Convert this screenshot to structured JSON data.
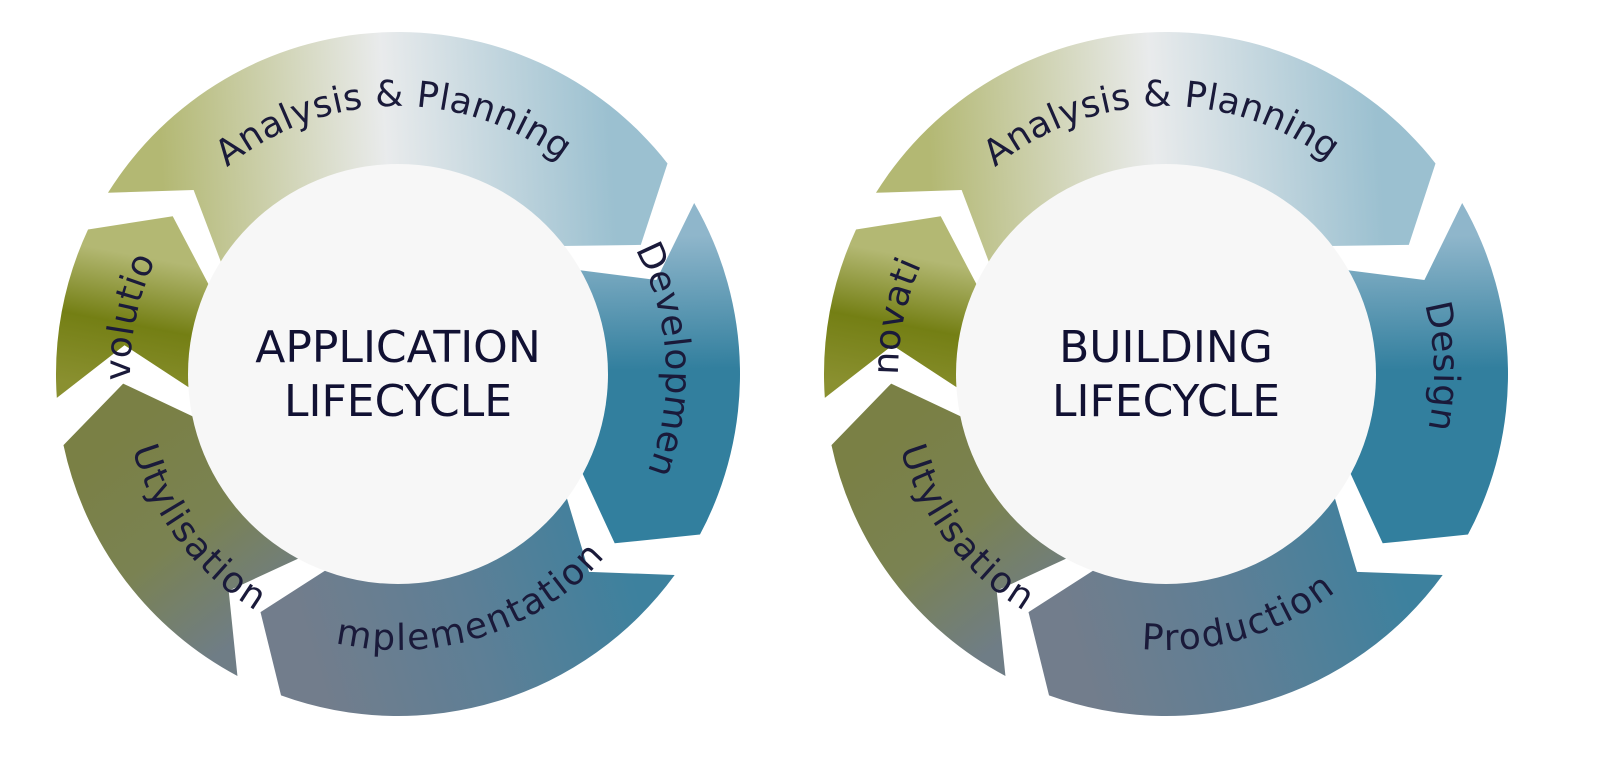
{
  "colors": {
    "olive": "#747f14",
    "olive_light": "#b3b873",
    "pale": "#e9ebec",
    "blue_light": "#9bc0d0",
    "teal": "#327f9e",
    "teal_mid": "#4e83a0",
    "slate": "#727d8c",
    "olive_grey": "#7a8252",
    "center_fill": "#f7f7f7",
    "text": "#111133"
  },
  "diagrams": [
    {
      "title_line1": "APPLICATION",
      "title_line2": "LIFECYCLE",
      "segments": [
        {
          "label": "Analysis & Planning",
          "gradient": [
            "#b3b873",
            "#e9ebec",
            "#9bc0d0"
          ]
        },
        {
          "label": "Development",
          "gradient": [
            "#8fb6cb",
            "#327f9e",
            "#327f9e"
          ]
        },
        {
          "label": "Implementation",
          "gradient": [
            "#3d819e",
            "#5d7f96",
            "#727d8c"
          ]
        },
        {
          "label": "Utylisation",
          "gradient": [
            "#6f7d86",
            "#7a8252",
            "#7a8045"
          ]
        },
        {
          "label": "Evolution",
          "gradient": [
            "#8a9030",
            "#747f14",
            "#b3b873"
          ]
        }
      ]
    },
    {
      "title_line1": "BUILDING",
      "title_line2": "LIFECYCLE",
      "segments": [
        {
          "label": "Analysis & Planning",
          "gradient": [
            "#b3b873",
            "#e9ebec",
            "#9bc0d0"
          ]
        },
        {
          "label": "Design",
          "gradient": [
            "#8fb6cb",
            "#327f9e",
            "#327f9e"
          ]
        },
        {
          "label": "Production",
          "gradient": [
            "#3d819e",
            "#5d7f96",
            "#727d8c"
          ]
        },
        {
          "label": "Utylisation",
          "gradient": [
            "#6f7d86",
            "#7a8252",
            "#7a8045"
          ]
        },
        {
          "label": "Renovation",
          "gradient": [
            "#8a9030",
            "#747f14",
            "#b3b873"
          ]
        }
      ]
    }
  ]
}
